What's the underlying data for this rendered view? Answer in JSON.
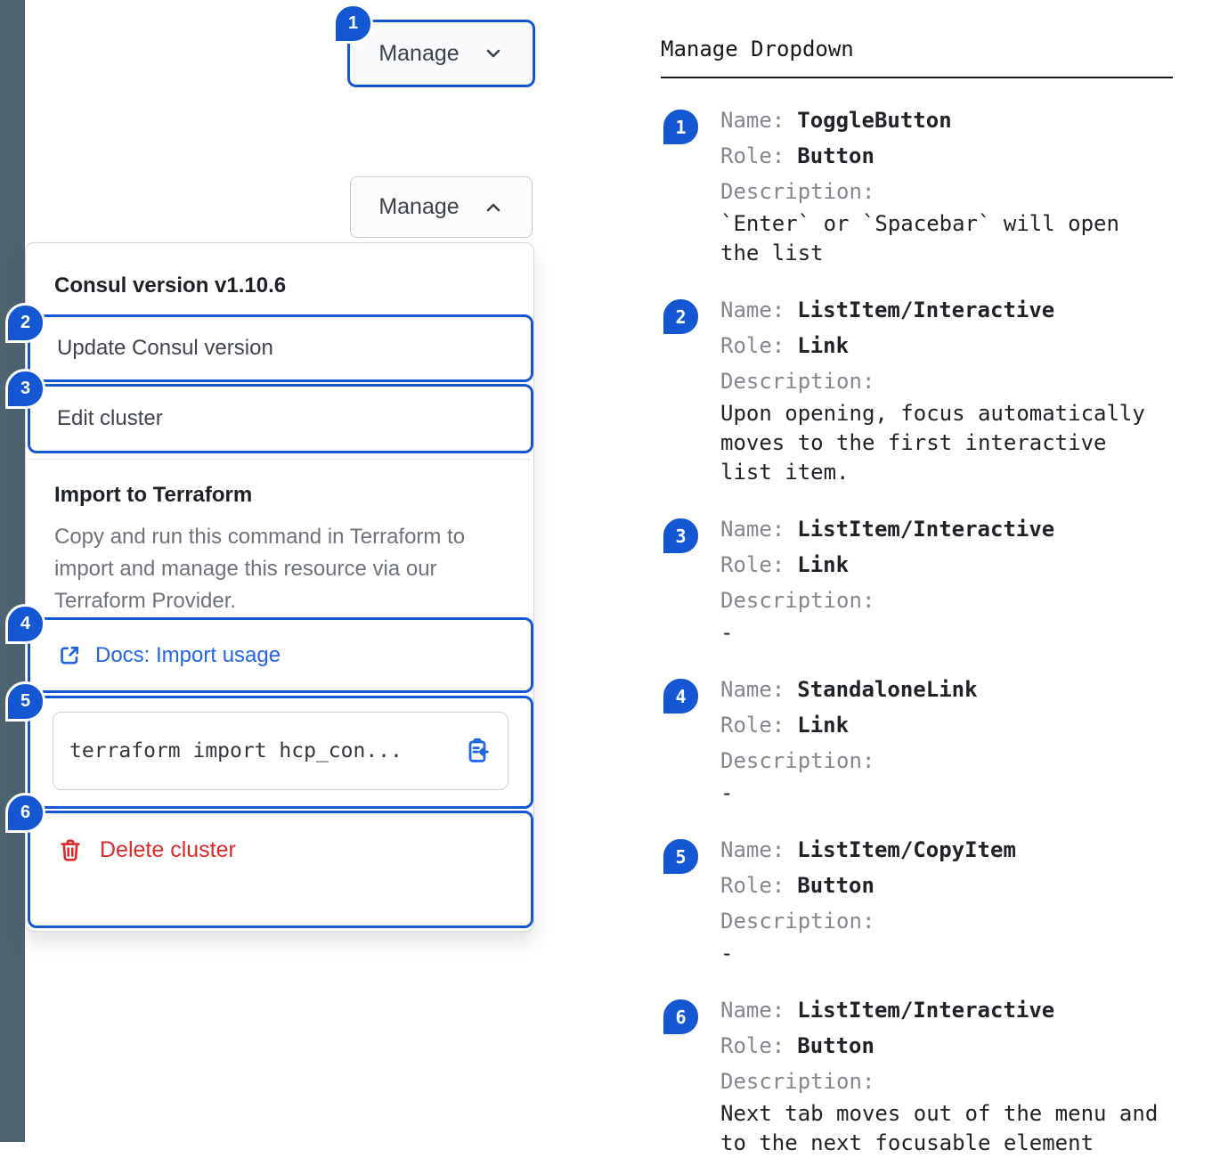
{
  "colors": {
    "accent": "#1556d2",
    "link": "#2264e8",
    "danger": "#dc2a2a",
    "strip": "#4d6470"
  },
  "left": {
    "toggle_collapsed": {
      "label": "Manage",
      "badge": "1",
      "chevron": "chevron-down-icon"
    },
    "toggle_expanded": {
      "label": "Manage",
      "chevron": "chevron-up-icon"
    },
    "dropdown": {
      "version_label": "Consul version v1.10.6",
      "update_item": {
        "badge": "2",
        "label": "Update Consul version"
      },
      "edit_item": {
        "badge": "3",
        "label": "Edit cluster"
      },
      "import_section": {
        "title": "Import to Terraform",
        "description": "Copy and run this command in Terraform to import and manage this resource via our Terraform Provider.",
        "docs_link": {
          "badge": "4",
          "label": "Docs: Import usage",
          "icon": "external-link-icon"
        },
        "copy_field": {
          "badge": "5",
          "code": "terraform import hcp_con...",
          "icon": "clipboard-copy-icon"
        }
      },
      "delete_item": {
        "badge": "6",
        "label": "Delete cluster",
        "icon": "trash-icon"
      }
    }
  },
  "right": {
    "title": "Manage Dropdown",
    "labels": {
      "name": "Name:",
      "role": "Role:",
      "description": "Description:"
    },
    "entries": [
      {
        "num": "1",
        "name": "ToggleButton",
        "role": "Button",
        "description": "`Enter` or `Spacebar` will open the list"
      },
      {
        "num": "2",
        "name": "ListItem/Interactive",
        "role": "Link",
        "description": "Upon opening, focus automatically moves to the first interactive list item."
      },
      {
        "num": "3",
        "name": "ListItem/Interactive",
        "role": "Link",
        "description": "-"
      },
      {
        "num": "4",
        "name": "StandaloneLink",
        "role": "Link",
        "description": "-"
      },
      {
        "num": "5",
        "name": "ListItem/CopyItem",
        "role": "Button",
        "description": "-"
      },
      {
        "num": "6",
        "name": "ListItem/Interactive",
        "role": "Button",
        "description": "Next tab moves out of the menu and to the next focusable element"
      }
    ]
  }
}
